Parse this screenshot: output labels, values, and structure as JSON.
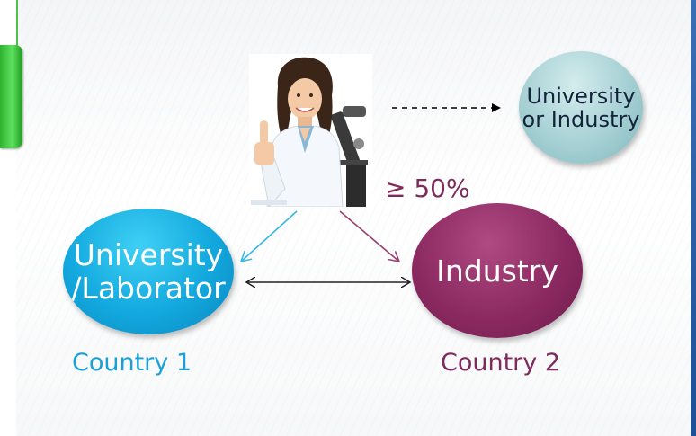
{
  "diagram": {
    "nodes": {
      "university_lab": {
        "line1": "University",
        "line2": "/Laborator",
        "color": "#12a8de"
      },
      "industry": {
        "label": "Industry",
        "color": "#8c2a62"
      },
      "university_or_industry": {
        "line1": "University",
        "line2": "or Industry",
        "color": "#a6d0d4"
      }
    },
    "labels": {
      "country1": "Country 1",
      "country2": "Country 2",
      "percentage": "≥ 50%"
    },
    "photo": {
      "icon": "scientist-thumbs-up-photo",
      "caption": ""
    },
    "edges": [
      {
        "from": "researcher",
        "to": "university_or_industry",
        "style": "dashed",
        "color": "#000000"
      },
      {
        "from": "researcher",
        "to": "university_lab",
        "style": "solid",
        "color": "#35b6e3"
      },
      {
        "from": "researcher",
        "to": "industry",
        "style": "solid",
        "color": "#9a3e6e"
      },
      {
        "from": "university_lab",
        "to": "industry",
        "style": "solid",
        "direction": "both",
        "color": "#222222"
      }
    ]
  },
  "theme": {
    "accent_left": "#3fc23f",
    "accent_right": "#2a5ea8"
  }
}
